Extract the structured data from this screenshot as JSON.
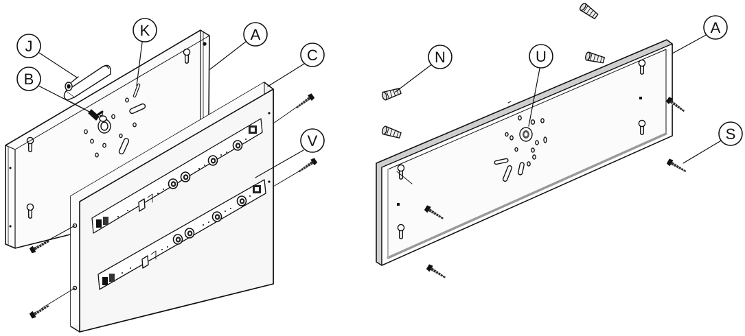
{
  "callouts": {
    "left_j": "J",
    "left_k": "K",
    "left_a": "A",
    "left_b": "B",
    "left_c": "C",
    "left_v": "V",
    "right_n": "N",
    "right_u": "U",
    "right_a": "A",
    "right_s": "S"
  },
  "colors": {
    "line": "#111111",
    "panel_face": "#f7f7f7",
    "edge_shade": "#d0d0d0"
  }
}
